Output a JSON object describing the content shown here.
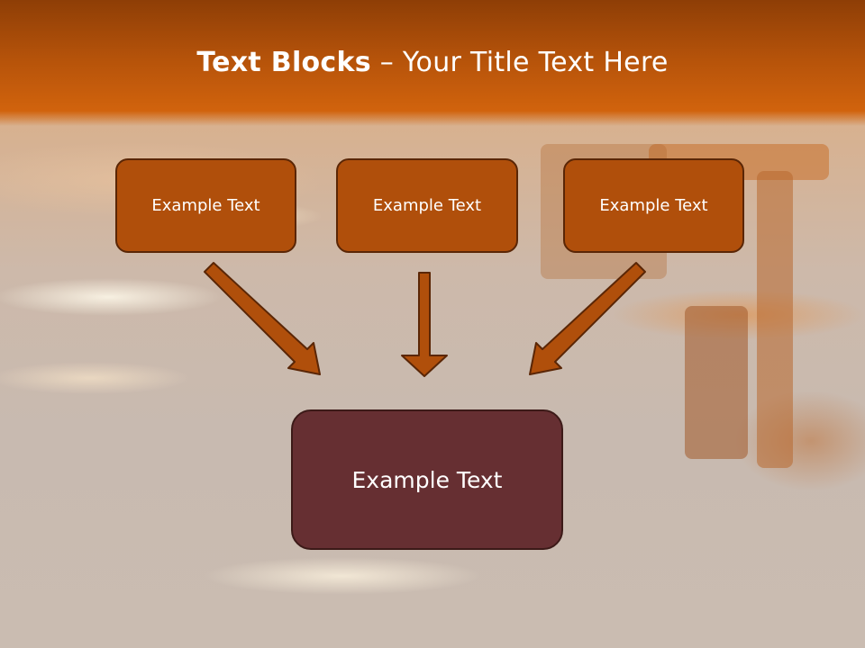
{
  "slide": {
    "title_bold": "Text Blocks",
    "title_rest": " – Your Title Text Here"
  },
  "blocks": [
    {
      "label": "Example Text"
    },
    {
      "label": "Example Text"
    },
    {
      "label": "Example Text"
    }
  ],
  "target": {
    "label": "Example Text"
  },
  "colors": {
    "header": "#b4520a",
    "box_fill": "#b04f0b",
    "box_border": "#5a2606",
    "target_fill": "#662f32",
    "arrow_fill": "#b04f0b"
  }
}
